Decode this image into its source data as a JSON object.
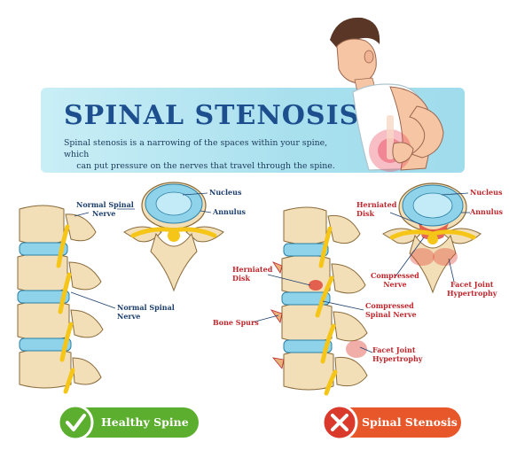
{
  "title": "SPINAL STENOSIS",
  "subtitle_line1": "Spinal stenosis is a narrowing of the spaces within your spine, which",
  "subtitle_line2": "can put pressure on the nerves that travel through the spine.",
  "healthy": {
    "normal_spinal_nerve_1a": "Normal Spinal",
    "normal_spinal_nerve_1b": "Nerve",
    "nucleus": "Nucleus",
    "annulus": "Annulus",
    "normal_spinal_nerve_2a": "Normal Spinal",
    "normal_spinal_nerve_2b": "Nerve",
    "badge_label": "Healthy Spine"
  },
  "stenosis": {
    "herniated_disk_top_a": "Herniated",
    "herniated_disk_top_b": "Disk",
    "nucleus": "Nucleus",
    "annulus": "Annulus",
    "compressed_nerve_a": "Compressed",
    "compressed_nerve_b": "Nerve",
    "facet_joint_top_a": "Facet Joint",
    "facet_joint_top_b": "Hypertrophy",
    "herniated_disk_side_a": "Herniated",
    "herniated_disk_side_b": "Disk",
    "compressed_spinal_nerve_a": "Compressed",
    "compressed_spinal_nerve_b": "Spinal Nerve",
    "bone_spurs": "Bone Spurs",
    "facet_joint_side_a": "Facet Joint",
    "facet_joint_side_b": "Hypertrophy",
    "badge_label": "Spinal Stenosis"
  },
  "colors": {
    "title_blue": "#1d4f8f",
    "healthy_green": "#5cae2f",
    "stenosis_orange": "#e8572a",
    "disk_blue": "#8fd3ea",
    "nerve_yellow": "#f5c518",
    "bone": "#f2dfb8",
    "inflammation_red": "#e04a3c"
  },
  "icons": {
    "healthy": "checkmark-icon",
    "stenosis": "cross-icon"
  }
}
